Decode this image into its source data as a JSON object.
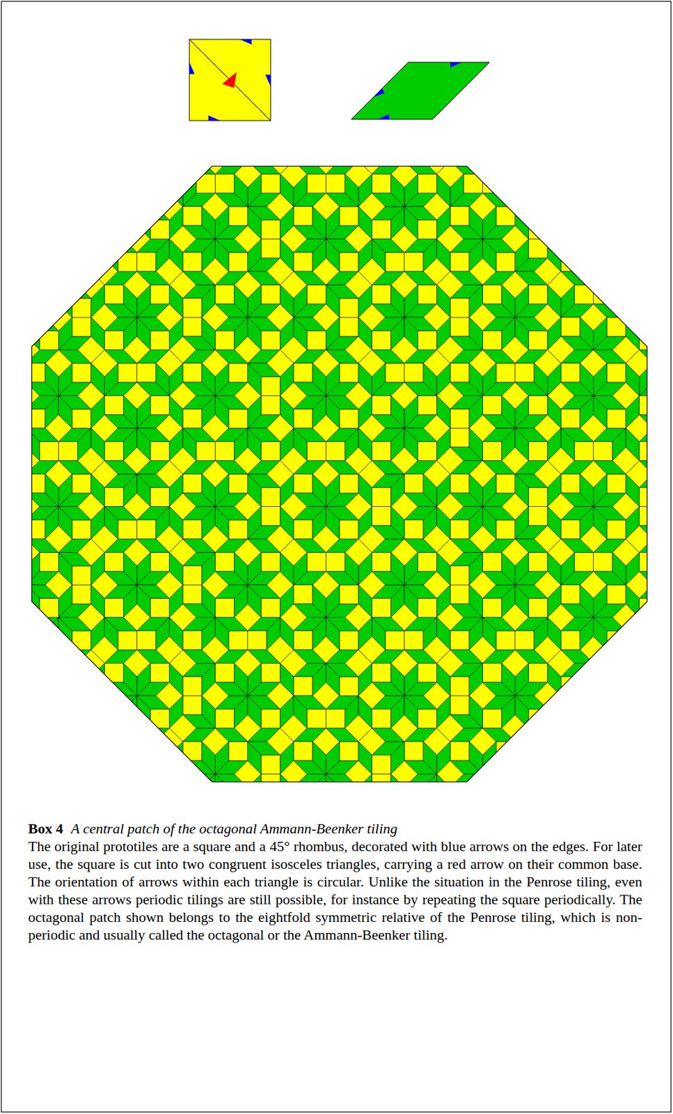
{
  "diagram": {
    "title": "Box 4",
    "caption": "A central patch of the octagonal Ammann-Beenker tiling",
    "labels": [
      "The original prototiles are a square and a 45° rhombus, decorated with blue arrows on the edges. For later use, the square is cut into two congruent isosceles triangles, carrying a red arrow on their common base. The orientation of arrows within each triangle is circular. Unlike the situation in the Penrose tiling, even with these arrows periodic tilings are still possible, for instance by repeating the square periodically. The octagonal patch shown belongs to the eightfold symmetric relative of the Penrose tiling, which is non-periodic and usually called the octagonal or the Ammann-Beenker tiling."
    ]
  }
}
